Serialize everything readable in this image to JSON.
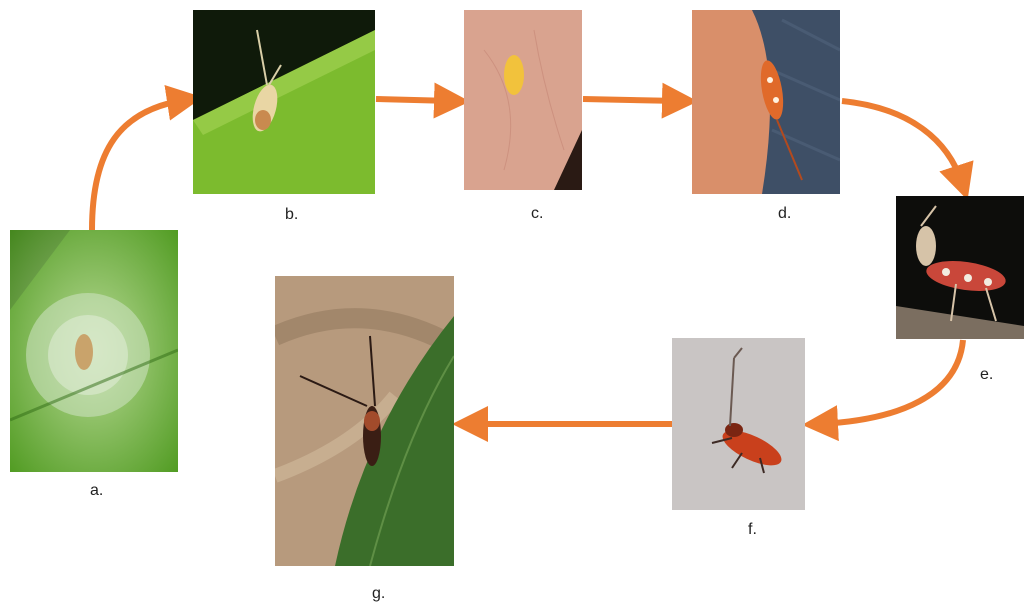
{
  "colors": {
    "arrow": "#ED7D31",
    "background": "#FFFFFF",
    "label": "#222222"
  },
  "stages": [
    {
      "id": "a",
      "label": "a.",
      "image": "egg-on-leaf-photo"
    },
    {
      "id": "b",
      "label": "b.",
      "image": "pale-nymph-on-leaf-photo"
    },
    {
      "id": "c",
      "label": "c.",
      "image": "tiny-yellow-nymph-on-skin-photo"
    },
    {
      "id": "d",
      "label": "d.",
      "image": "orange-nymph-on-finger-photo"
    },
    {
      "id": "e",
      "label": "e.",
      "image": "red-white-nymph-photo"
    },
    {
      "id": "f",
      "label": "f.",
      "image": "red-bug-on-white-photo"
    },
    {
      "id": "g",
      "label": "g.",
      "image": "adult-bug-on-leaf-photo"
    }
  ],
  "arrows": [
    {
      "from": "a",
      "to": "b"
    },
    {
      "from": "b",
      "to": "c"
    },
    {
      "from": "c",
      "to": "d"
    },
    {
      "from": "d",
      "to": "e"
    },
    {
      "from": "e",
      "to": "f"
    },
    {
      "from": "f",
      "to": "g"
    }
  ]
}
